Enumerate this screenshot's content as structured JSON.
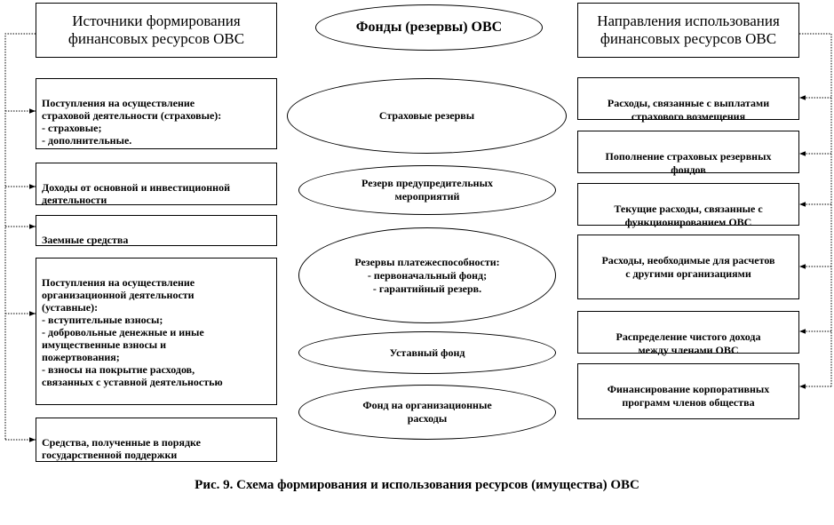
{
  "headers": {
    "sources": "Источники формирования\nфинансовых ресурсов ОВС",
    "funds": "Фонды (резервы) ОВС",
    "directions": "Направления использования\nфинансовых ресурсов ОВС"
  },
  "sources": [
    "Поступления на осуществление\nстраховой деятельности (страховые):\n- страховые;\n- дополнительные.",
    "Доходы от основной и инвестиционной\nдеятельности",
    "Заемные средства",
    "Поступления на осуществление\nорганизационной деятельности\n(уставные):\n- вступительные взносы;\n- добровольные денежные и иные\nимущественные взносы и\nпожертвования;\n- взносы на покрытие расходов,\nсвязанных с уставной деятельностью",
    "Средства, полученные в порядке\nгосударственной поддержки"
  ],
  "funds": [
    "Страховые резервы",
    "Резерв предупредительных\nмероприятий",
    "Резервы платежеспособности:\n- первоначальный фонд;\n- гарантийный резерв.",
    "Уставный фонд",
    "Фонд на организационные\nрасходы"
  ],
  "directions": [
    "Расходы, связанные с выплатами\nстрахового возмещения",
    "Пополнение страховых резервных\nфондов",
    "Текущие расходы, связанные с\nфункционированием ОВС",
    "Расходы, необходимые для расчетов\nс другими организациями",
    "Распределение чистого дохода\nмежду членами ОВС",
    "Финансирование корпоративных\nпрограмм членов общества"
  ],
  "caption": "Рис. 9. Схема формирования и использования ресурсов (имущества) ОВС"
}
